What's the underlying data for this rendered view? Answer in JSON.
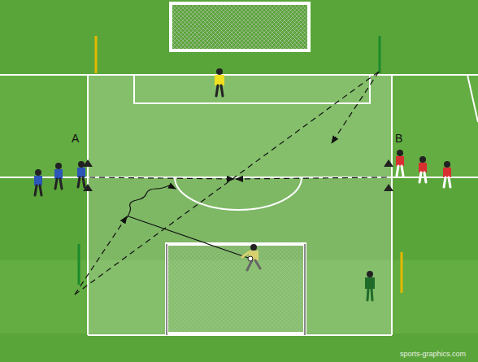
{
  "diagram": {
    "labels": [
      "A",
      "B",
      "sports-graphics.com"
    ]
  }
}
